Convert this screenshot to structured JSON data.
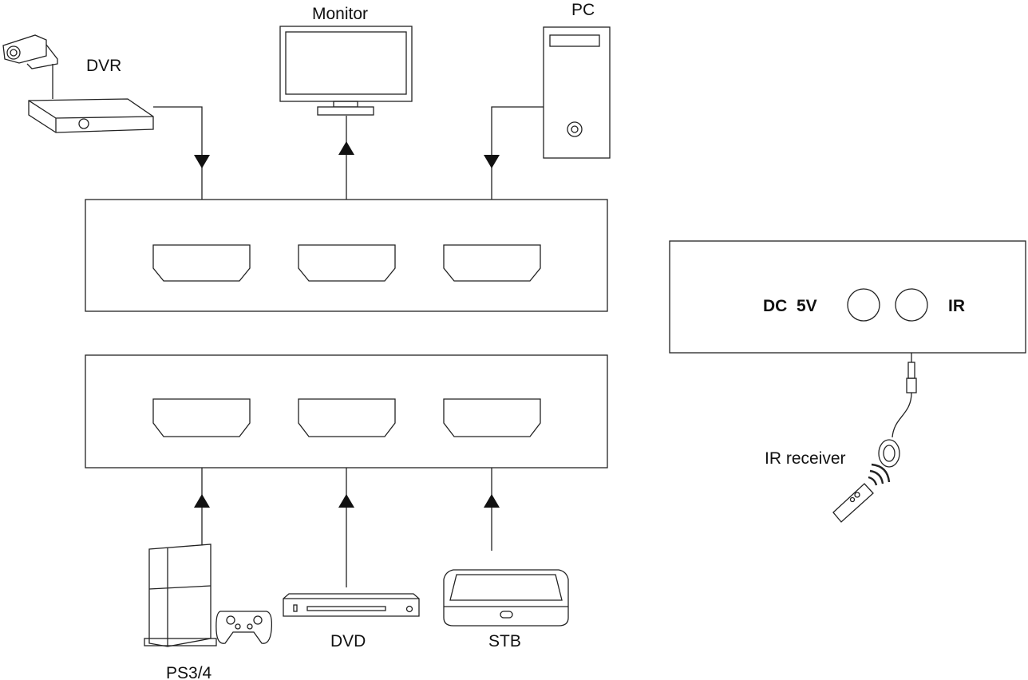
{
  "devices": {
    "dvr": "DVR",
    "monitor": "Monitor",
    "pc": "PC",
    "ps": "PS3/4",
    "dvd": "DVD",
    "stb": "STB"
  },
  "side_panel": {
    "dc_label": "DC  5V",
    "ir_label": "IR"
  },
  "ir_receiver": "IR receiver",
  "icons": [
    "cctv-camera-icon",
    "dvr-recorder-icon",
    "monitor-icon",
    "pc-tower-icon",
    "game-console-icon",
    "gamepad-icon",
    "dvd-player-icon",
    "set-top-box-icon",
    "ir-receiver-icon",
    "remote-control-icon"
  ]
}
